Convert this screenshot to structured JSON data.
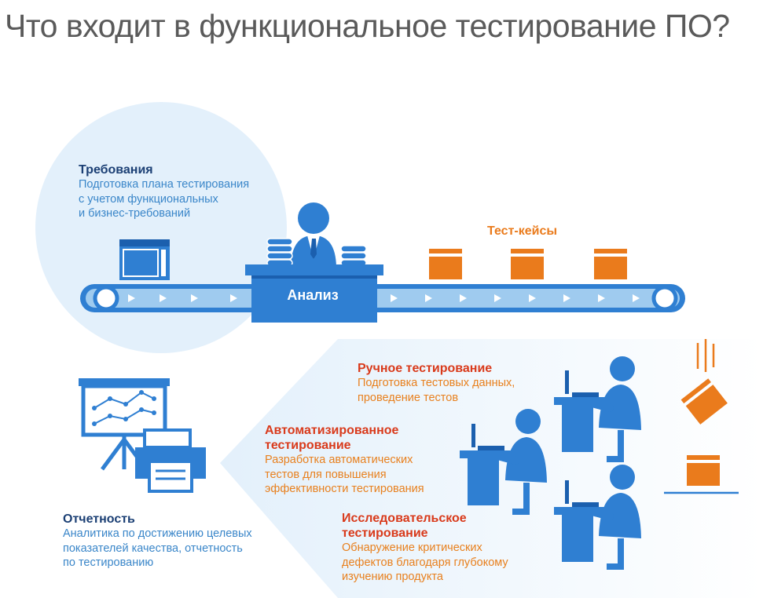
{
  "title": "Что входит в функциональное тестирование ПО?",
  "colors": {
    "primary_blue": "#2f7fd2",
    "dark_blue": "#1b3f74",
    "light_blue_bg": "#e3f0fb",
    "orange": "#ea7b1c",
    "red": "#d93a1b"
  },
  "requirements": {
    "heading": "Требования",
    "lines": [
      "Подготовка плана тестирования",
      "с учетом функциональных",
      "и бизнес-требований"
    ]
  },
  "analysis": {
    "label": "Анализ"
  },
  "test_cases": {
    "label": "Тест-кейсы"
  },
  "manual": {
    "heading": "Ручное тестирование",
    "lines": [
      "Подготовка тестовых данных,",
      "проведение тестов"
    ]
  },
  "automated": {
    "heading_lines": [
      "Автоматизированное",
      "тестирование"
    ],
    "lines": [
      "Разработка автоматических",
      "тестов для повышения",
      "эффективности тестирования"
    ]
  },
  "exploratory": {
    "heading_lines": [
      "Исследовательское",
      "тестирование"
    ],
    "lines": [
      "Обнаружение критических",
      "дефектов благодаря глубокому",
      "изучению продукта"
    ]
  },
  "reporting": {
    "heading": "Отчетность",
    "lines": [
      "Аналитика по достижению целевых",
      "показателей качества, отчетность",
      "по тестированию"
    ]
  },
  "icons": [
    "conveyor-belt-icon",
    "document-window-icon",
    "analyst-person-icon",
    "test-case-box-icon",
    "tester-at-computer-icon",
    "presentation-board-icon",
    "printer-icon",
    "falling-box-icon"
  ]
}
